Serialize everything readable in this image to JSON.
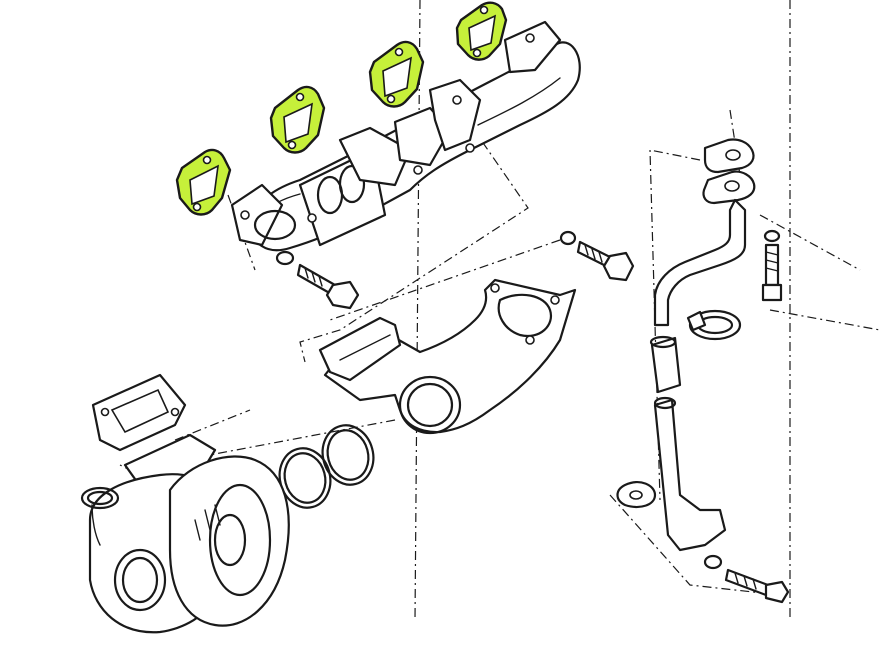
{
  "diagram": {
    "highlight_color": "#c6f03a",
    "line_color": "#1a1a1a",
    "background": "#ffffff",
    "highlighted_parts": [
      "exhaust-manifold-gasket",
      "exhaust-manifold-gasket",
      "exhaust-manifold-gasket",
      "exhaust-manifold-gasket"
    ]
  }
}
